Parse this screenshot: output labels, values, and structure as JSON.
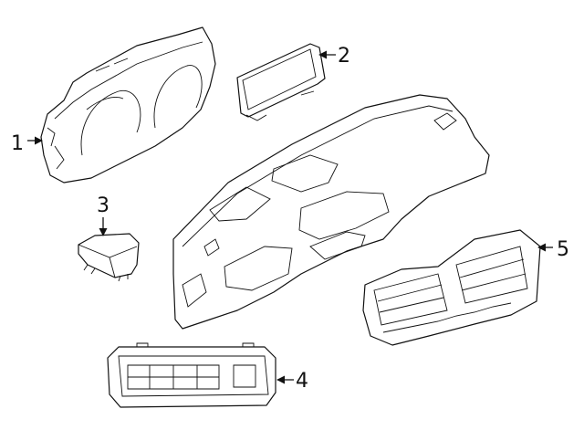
{
  "parts": [
    {
      "id": "instrument-cluster",
      "callout": "1"
    },
    {
      "id": "display-screen",
      "callout": "2"
    },
    {
      "id": "control-module",
      "callout": "3"
    },
    {
      "id": "climate-control-panel",
      "callout": "4"
    },
    {
      "id": "center-vent-panel",
      "callout": "5"
    }
  ],
  "colors": {
    "line": "#111111",
    "background": "#ffffff"
  }
}
